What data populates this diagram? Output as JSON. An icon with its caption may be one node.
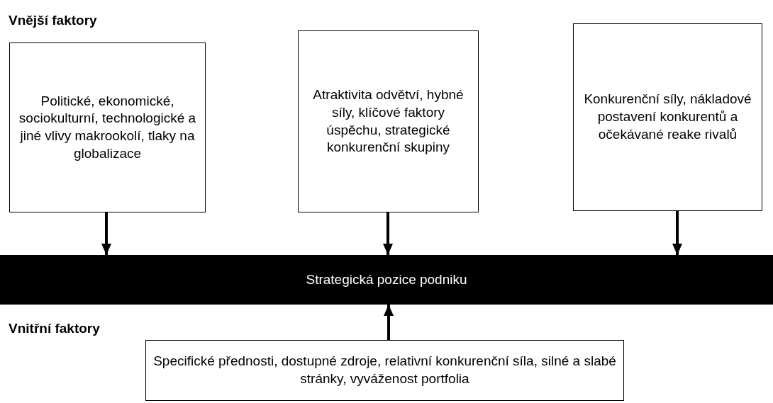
{
  "diagram": {
    "nodes": [
      {
        "text": [
          "Politické, ekonomické, sociokulturní, technologické a jiné vlivy makrookolí, tlaky na globalizace"
        ]
      },
      {
        "text": [
          "Atraktivita odvětví, hybné síly, klíčové faktory úspěchu, strategické konkurenční skupiny"
        ]
      },
      {
        "text": [
          "Konkurenční síly, nákladové postavení konkurentů a očekávané reake rivalů"
        ]
      },
      {
        "text": [
          "Strategická pozice podniku"
        ]
      },
      {
        "text": [
          "Specifické přednosti, dostupné zdroje, relativní konkurenční síla, silné a slabé stránky, vyváženost portfolia"
        ]
      }
    ],
    "edges": [
      {
        "from": 0,
        "to": 3,
        "arrow": "to"
      },
      {
        "from": 1,
        "to": 3,
        "arrow": "to"
      },
      {
        "from": 2,
        "to": 3,
        "arrow": "to"
      },
      {
        "from": 4,
        "to": 3,
        "arrow": "to"
      }
    ],
    "labels": [
      "Vnější faktory",
      "Vnitřní faktory"
    ]
  }
}
